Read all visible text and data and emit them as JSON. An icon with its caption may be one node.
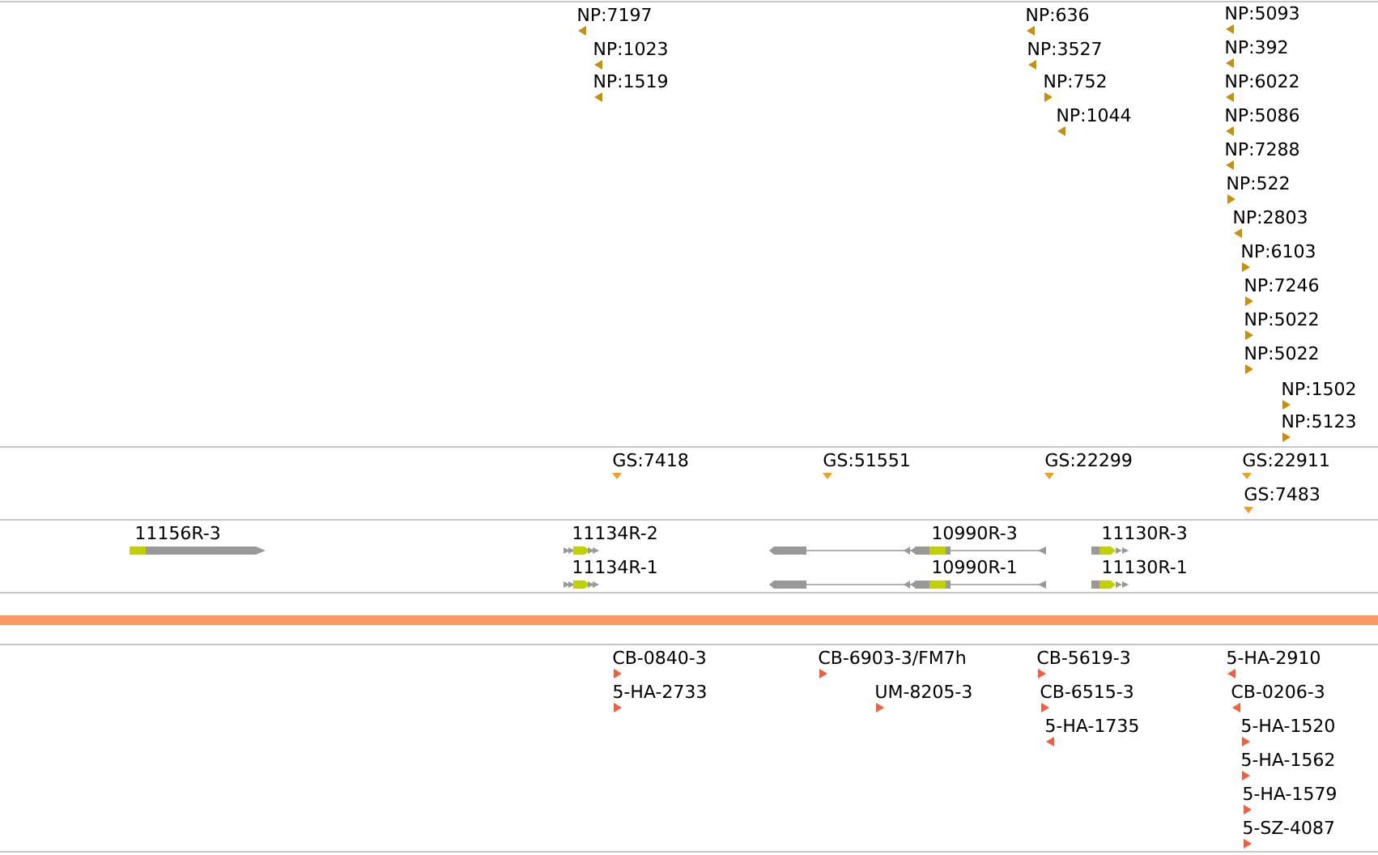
{
  "diagram": {
    "labels": [
      "NP:7197",
      "NP:1023",
      "NP:1519",
      "NP:636",
      "NP:3527",
      "NP:752",
      "NP:1044",
      "NP:5093",
      "NP:392",
      "NP:6022",
      "NP:5086",
      "NP:7288",
      "NP:522",
      "NP:2803",
      "NP:6103",
      "NP:7246",
      "NP:5022",
      "NP:5022",
      "NP:1502",
      "NP:5123",
      "GS:7418",
      "GS:51551",
      "GS:22299",
      "GS:22911",
      "GS:7483",
      "11156R-3",
      "11134R-2",
      "11134R-1",
      "10990R-3",
      "10990R-1",
      "11130R-3",
      "11130R-1",
      "CB-0840-3",
      "5-HA-2733",
      "CB-6903-3/FM7h",
      "UM-8205-3",
      "CB-5619-3",
      "CB-6515-3",
      "5-HA-1735",
      "5-HA-2910",
      "CB-0206-3",
      "5-HA-1520",
      "5-HA-1562",
      "5-HA-1579",
      "5-SZ-4087"
    ]
  }
}
